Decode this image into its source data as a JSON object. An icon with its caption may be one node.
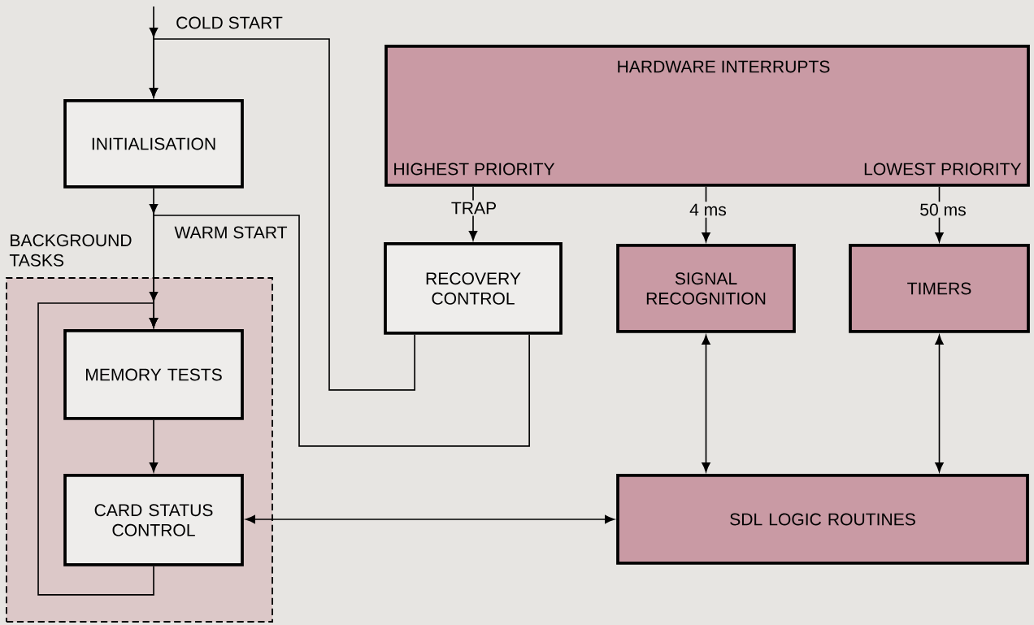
{
  "diagram": {
    "nodes": [
      {
        "text": [
          "HARDWARE INTERRUPTS",
          "HIGHEST PRIORITY",
          "LOWEST PRIORITY"
        ]
      },
      {
        "text": [
          "INITIALISATION"
        ]
      },
      {
        "text": [
          "BACKGROUND TASKS"
        ]
      },
      {
        "text": [
          "MEMORY TESTS"
        ],
        "in": 2
      },
      {
        "text": [
          "CARD STATUS CONTROL"
        ],
        "in": 2
      },
      {
        "text": [
          "RECOVERY CONTROL"
        ]
      },
      {
        "text": [
          "SIGNAL RECOGNITION"
        ]
      },
      {
        "text": [
          "TIMERS"
        ]
      },
      {
        "text": [
          "SDL LOGIC ROUTINES"
        ]
      }
    ],
    "edges": [
      {
        "from": null,
        "to": 1,
        "arrow": "to"
      },
      {
        "from": 5,
        "to": 1,
        "arrow": "to",
        "label": "COLD START"
      },
      {
        "from": 1,
        "to": 3,
        "arrow": "to"
      },
      {
        "from": 5,
        "to": 3,
        "arrow": "to",
        "label": "WARM START"
      },
      {
        "from": 4,
        "to": 3,
        "arrow": "to"
      },
      {
        "from": 3,
        "to": 4,
        "arrow": "to"
      },
      {
        "from": 0,
        "to": 5,
        "arrow": "to",
        "label": "TRAP"
      },
      {
        "from": 0,
        "to": 6,
        "arrow": "to",
        "label": "4 ms"
      },
      {
        "from": 0,
        "to": 7,
        "arrow": "to",
        "label": "50 ms"
      },
      {
        "from": 6,
        "to": 8,
        "arrow": "both"
      },
      {
        "from": 7,
        "to": 8,
        "arrow": "both"
      },
      {
        "from": 8,
        "to": 4,
        "arrow": "both"
      }
    ]
  }
}
